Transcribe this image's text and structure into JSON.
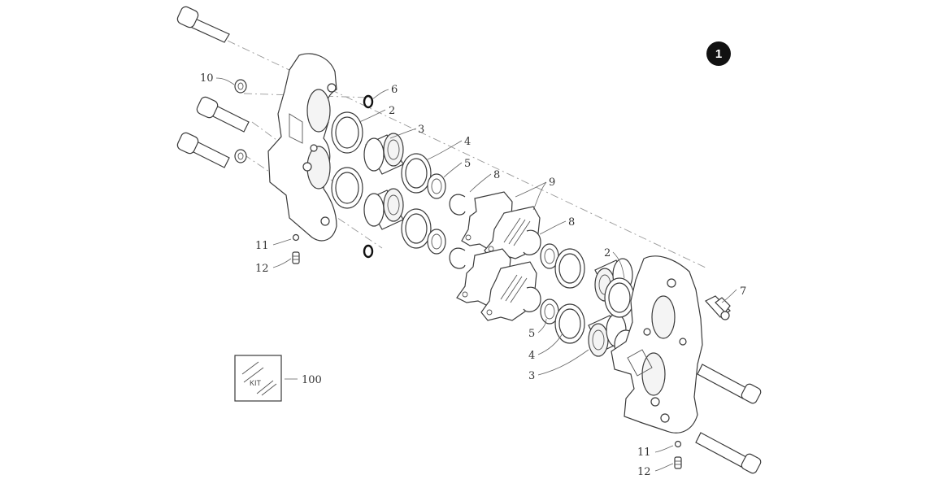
{
  "figure": {
    "badge": "1",
    "kit_text": "KIT",
    "labels": {
      "l10": "10",
      "l6": "6",
      "l2a": "2",
      "l3a": "3",
      "l4a": "4",
      "l5a": "5",
      "l8a": "8",
      "l9": "9",
      "l8b": "8",
      "l2b": "2",
      "l7": "7",
      "l5b": "5",
      "l4b": "4",
      "l3b": "3",
      "l11a": "11",
      "l12a": "12",
      "l100": "100",
      "l11b": "11",
      "l12b": "12"
    }
  },
  "colors": {
    "line": "#3a3a3a",
    "badge_bg": "#111111",
    "background": "#ffffff"
  }
}
